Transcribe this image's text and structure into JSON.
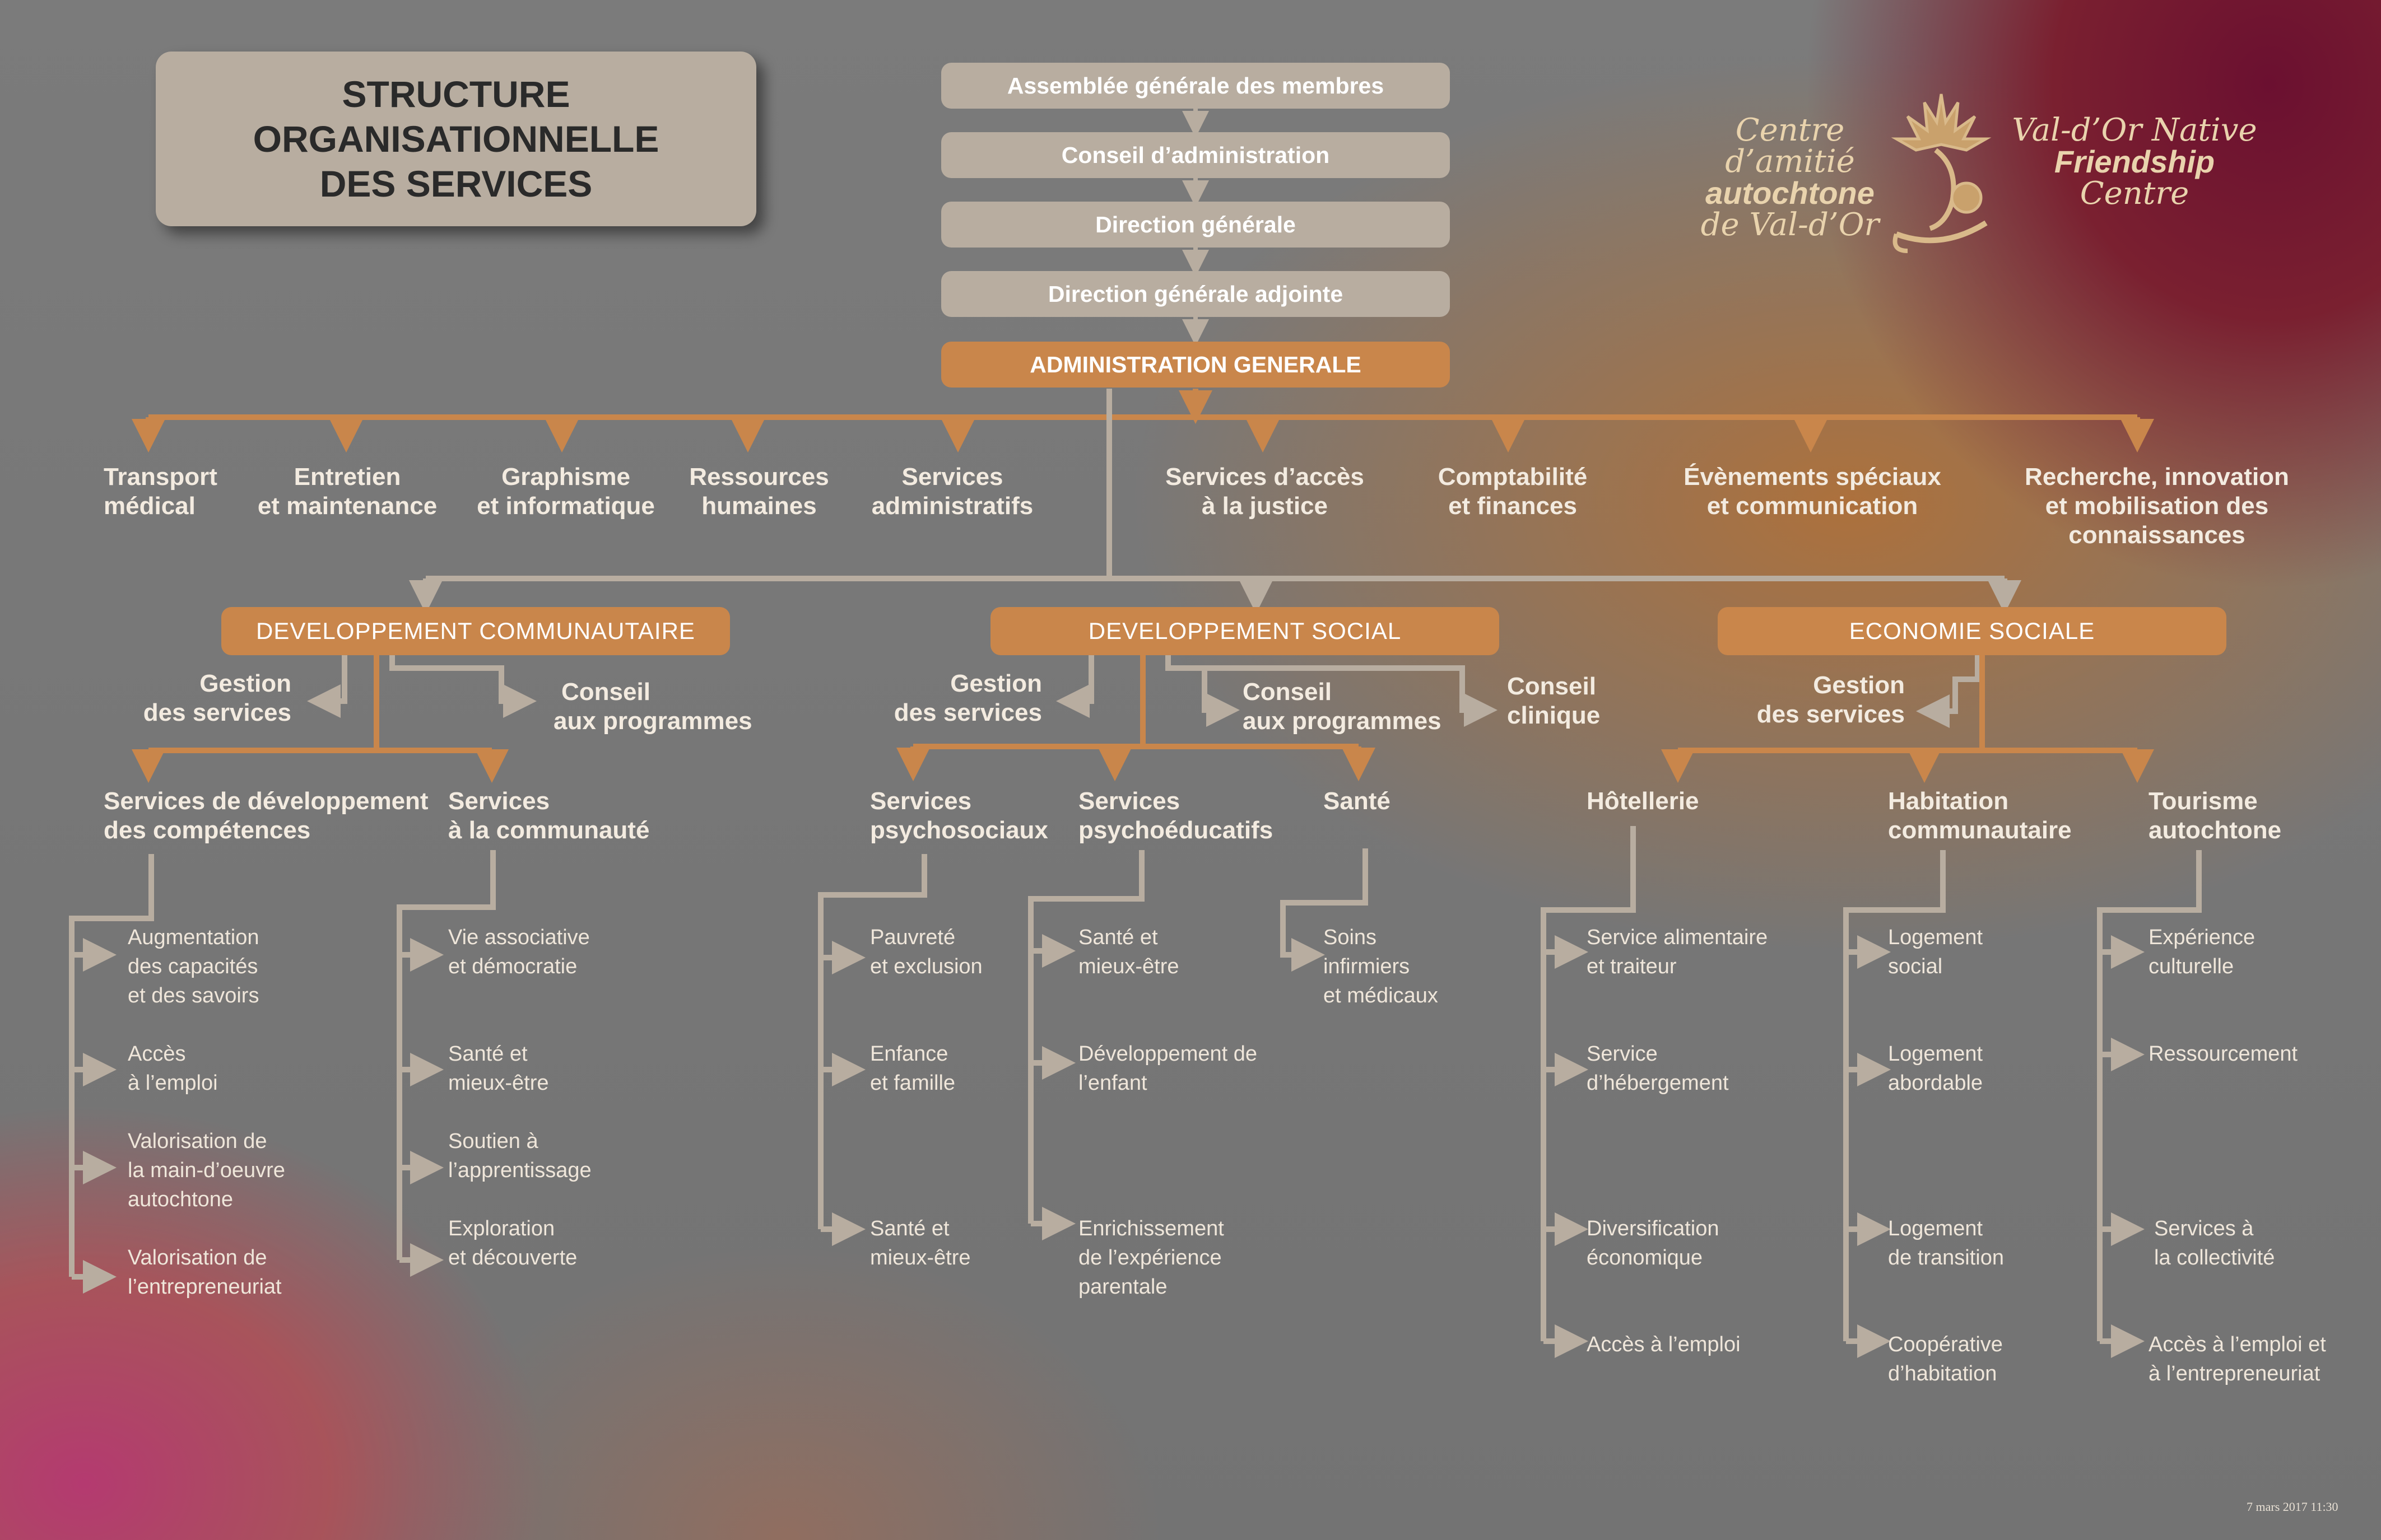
{
  "title": {
    "line1": "STRUCTURE",
    "line2": "ORGANISATIONNELLE",
    "line3": "DES SERVICES"
  },
  "governance": [
    "Assemblée générale des membres",
    "Conseil d’administration",
    "Direction générale",
    "Direction générale adjointe",
    "ADMINISTRATION GENERALE"
  ],
  "logo": {
    "fr": {
      "line1": "Centre d’amitié",
      "line2": "autochtone",
      "line3": "de Val-d’Or"
    },
    "en": {
      "line1": "Val-d’Or Native",
      "line2": "Friendship",
      "line3": "Centre"
    }
  },
  "admin_services": [
    {
      "line1": "Transport",
      "line2": "médical",
      "line3": ""
    },
    {
      "line1": "Entretien",
      "line2": "et maintenance",
      "line3": ""
    },
    {
      "line1": "Graphisme",
      "line2": "et informatique",
      "line3": ""
    },
    {
      "line1": "Ressources",
      "line2": "humaines",
      "line3": ""
    },
    {
      "line1": "Services",
      "line2": "administratifs",
      "line3": ""
    },
    {
      "line1": "Services d’accès",
      "line2": "à la justice",
      "line3": ""
    },
    {
      "line1": "Comptabilité",
      "line2": "et finances",
      "line3": ""
    },
    {
      "line1": "Évènements spéciaux",
      "line2": "et communication",
      "line3": ""
    },
    {
      "line1": "Recherche, innovation",
      "line2": "et mobilisation des",
      "line3": "connaissances"
    }
  ],
  "departments": [
    {
      "name": "DEVELOPPEMENT COMMUNAUTAIRE",
      "gestion": {
        "line1": "Gestion",
        "line2": "des services"
      },
      "conseil": {
        "line1": "Conseil",
        "line2": "aux programmes"
      },
      "branches": [
        {
          "line1": "Services de développement",
          "line2": "des compétences",
          "items": [
            {
              "lines": [
                "Augmentation",
                "des capacités",
                "et des savoirs"
              ]
            },
            {
              "lines": [
                "Accès",
                "à l’emploi"
              ]
            },
            {
              "lines": [
                "Valorisation de",
                "la main-d’oeuvre",
                "autochtone"
              ]
            },
            {
              "lines": [
                "Valorisation de",
                "l’entrepreneuriat"
              ]
            }
          ]
        },
        {
          "line1": "Services",
          "line2": "à la communauté",
          "items": [
            {
              "lines": [
                "Vie associative",
                "et démocratie"
              ]
            },
            {
              "lines": [
                "Santé et",
                "mieux-être"
              ]
            },
            {
              "lines": [
                "Soutien à",
                "l’apprentissage"
              ]
            },
            {
              "lines": [
                "Exploration",
                "et découverte"
              ]
            }
          ]
        }
      ]
    },
    {
      "name": "DEVELOPPEMENT SOCIAL",
      "gestion": {
        "line1": "Gestion",
        "line2": "des services"
      },
      "conseil": {
        "line1": "Conseil",
        "line2": "aux programmes"
      },
      "conseil_clinique": {
        "line1": "Conseil",
        "line2": "clinique"
      },
      "branches": [
        {
          "line1": "Services",
          "line2": "psychosociaux",
          "items": [
            {
              "lines": [
                "Pauvreté",
                "et exclusion"
              ]
            },
            {
              "lines": [
                "Enfance",
                "et famille"
              ]
            },
            {
              "lines": [
                "Santé et",
                "mieux-être"
              ]
            }
          ]
        },
        {
          "line1": "Services",
          "line2": "psychoéducatifs",
          "items": [
            {
              "lines": [
                "Santé et",
                "mieux-être"
              ]
            },
            {
              "lines": [
                "Développement de",
                "l’enfant"
              ]
            },
            {
              "lines": [
                "Enrichissement",
                "de l’expérience",
                "parentale"
              ]
            }
          ]
        },
        {
          "line1": "Santé",
          "line2": "",
          "items": [
            {
              "lines": [
                "Soins",
                "infirmiers",
                "et médicaux"
              ]
            }
          ]
        }
      ]
    },
    {
      "name": "ECONOMIE SOCIALE",
      "gestion": {
        "line1": "Gestion",
        "line2": "des services"
      },
      "branches": [
        {
          "line1": "Hôtellerie",
          "line2": "",
          "items": [
            {
              "lines": [
                "Service alimentaire",
                "et traiteur"
              ]
            },
            {
              "lines": [
                "Service",
                "d’hébergement"
              ]
            },
            {
              "lines": [
                "Diversification",
                "économique"
              ]
            },
            {
              "lines": [
                "Accès à l’emploi"
              ]
            }
          ]
        },
        {
          "line1": "Habitation",
          "line2": "communautaire",
          "items": [
            {
              "lines": [
                "Logement",
                "social"
              ]
            },
            {
              "lines": [
                "Logement",
                "abordable"
              ]
            },
            {
              "lines": [
                "Logement",
                "de transition"
              ]
            },
            {
              "lines": [
                "Coopérative",
                "d’habitation"
              ]
            }
          ]
        },
        {
          "line1": "Tourisme",
          "line2": "autochtone",
          "items": [
            {
              "lines": [
                "Expérience",
                "culturelle"
              ]
            },
            {
              "lines": [
                "Ressourcement"
              ]
            },
            {
              "lines": [
                "Services à",
                " la collectivité"
              ]
            },
            {
              "lines": [
                "Accès à l’emploi et",
                "à l’entrepreneuriat"
              ]
            }
          ]
        }
      ]
    }
  ],
  "footer": {
    "date": "7 mars 2017 11:30"
  },
  "colors": {
    "orange": "#c9864b",
    "beige": "#b8ada0",
    "background": "#777777"
  }
}
